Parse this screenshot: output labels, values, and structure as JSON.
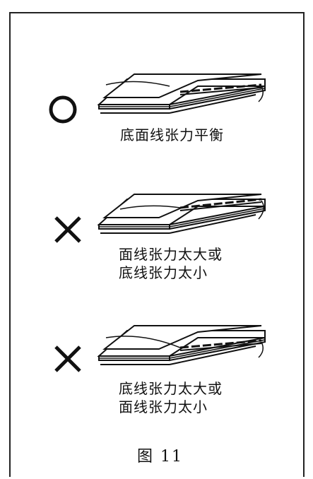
{
  "figure": {
    "title": "图 11",
    "panels": [
      {
        "mark": "circle-correct",
        "lines": [
          "底面线张力平衡"
        ]
      },
      {
        "mark": "cross-wrong",
        "lines": [
          "面线张力太大或",
          "底线张力太小"
        ]
      },
      {
        "mark": "cross-wrong",
        "lines": [
          "底线张力太大或",
          "面线张力太小"
        ]
      }
    ]
  }
}
